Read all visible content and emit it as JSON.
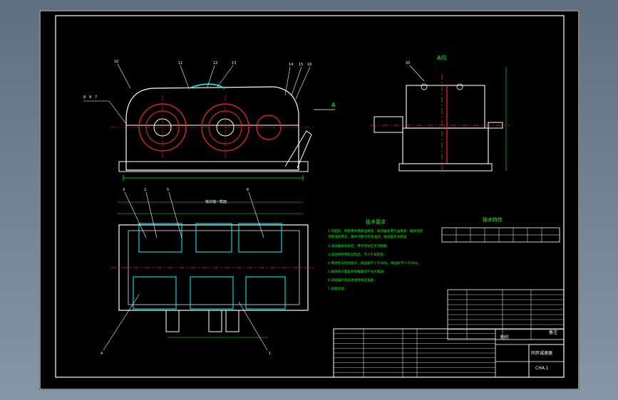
{
  "drawing": {
    "view_title_side": "A向",
    "section_ref": "A",
    "title_top_view": "输出轴一截面",
    "tech_req_title": "技术要求",
    "tech_params_title": "技术特性",
    "tech_requirements": [
      "1.装配前，所有零件用煤油清洗，滚动轴承用汽油清洗，箱体内壁",
      "涂耐油漆两次，箱体外壁涂灰色油漆，轴承盖等涂机油",
      "2.滚动轴承装好后，用手转动应灵活轻便；",
      "3.啮合侧隙用铅丝检验，不小于规定值；",
      "4.用涂色法检验斑点，按齿高不少于40%，按齿长不少于50%；",
      "5.箱体剖分面及各接触面均不允许漏油；",
      "6.减速器内装润滑油至规定高度；",
      "7.表面涂漆。"
    ],
    "product_name": "同步减速器",
    "drawing_no": "CHA.1",
    "title_small": "制作",
    "remarks_label": "备注",
    "balloons_front": [
      "8",
      "9",
      "7",
      "10",
      "11",
      "12",
      "13",
      "14",
      "15",
      "16"
    ],
    "balloons_top": [
      "3",
      "2",
      "5",
      "6",
      "4",
      "1"
    ],
    "balloon_side": "20"
  }
}
